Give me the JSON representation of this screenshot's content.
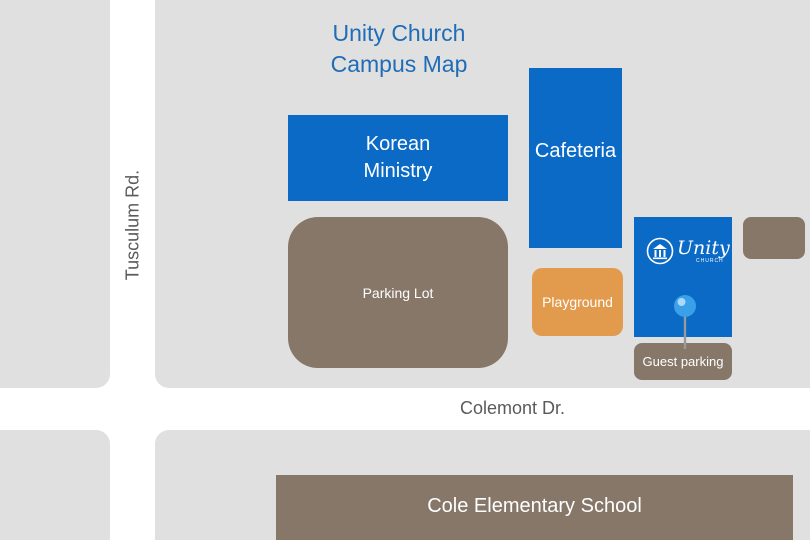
{
  "map": {
    "title_line1": "Unity Church",
    "title_line2": "Campus Map"
  },
  "streets": {
    "tusculum": "Tusculum Rd.",
    "colemont": "Colemont Dr."
  },
  "buildings": {
    "korean_ministry_line1": "Korean",
    "korean_ministry_line2": "Ministry",
    "cafeteria": "Cafeteria",
    "parking_lot": "Parking Lot",
    "playground": "Playground",
    "guest_parking": "Guest parking",
    "school": "Cole Elementary School"
  },
  "logo": {
    "text": "Unity",
    "subtext": "CHURCH"
  },
  "colors": {
    "ground": "#e0e0e0",
    "road": "#ffffff",
    "building_blue": "#0a6ac6",
    "parking_brown": "#867769",
    "playground_orange": "#e29a4c",
    "title_blue": "#1f6db6",
    "pin_blue": "#3aa0e8"
  },
  "icons": {
    "pin": "map-pin-icon",
    "logo": "church-logo-icon"
  }
}
